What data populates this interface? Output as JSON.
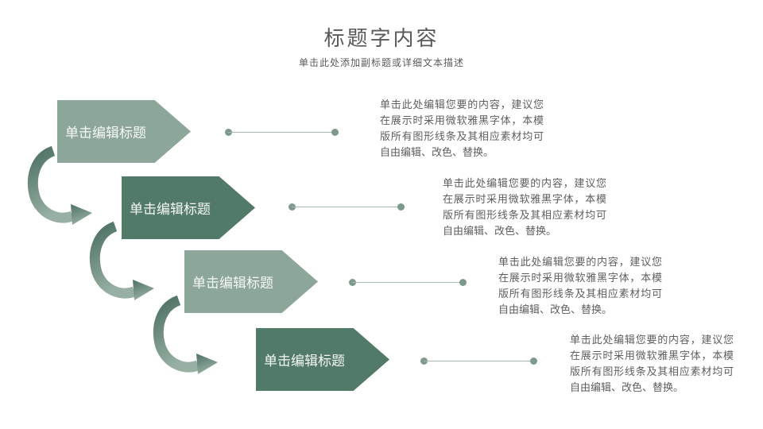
{
  "slide": {
    "title": "标题字内容",
    "subtitle": "单击此处添加副标题或详细文本描述"
  },
  "steps": [
    {
      "label": "单击编辑标题",
      "description": "单击此处编辑您要的内容，建议您在展示时采用微软雅黑字体，本模版所有图形线条及其相应素材均可自由编辑、改色、替换。"
    },
    {
      "label": "单击编辑标题",
      "description": "单击此处编辑您要的内容，建议您在展示时采用微软雅黑字体，本模版所有图形线条及其相应素材均可自由编辑、改色、替换。"
    },
    {
      "label": "单击编辑标题",
      "description": "单击此处编辑您要的内容，建议您在展示时采用微软雅黑字体，本模版所有图形线条及其相应素材均可自由编辑、改色、替换。"
    },
    {
      "label": "单击编辑标题",
      "description": "单击此处编辑您要的内容，建议您在展示时采用微软雅黑字体，本模版所有图形线条及其相应素材均可自由编辑、改色、替换。"
    }
  ],
  "colors": {
    "pentagon_light": "#8CA69A",
    "pentagon_dark": "#517A69",
    "arrow_gradient_start": "#4D7164",
    "arrow_gradient_end": "#97B0A3",
    "connector_line": "#A5B7AD",
    "connector_dot": "#7D998C",
    "title_text": "#595959",
    "body_text": "#5E5E5E",
    "label_text": "#FFFFFF"
  }
}
